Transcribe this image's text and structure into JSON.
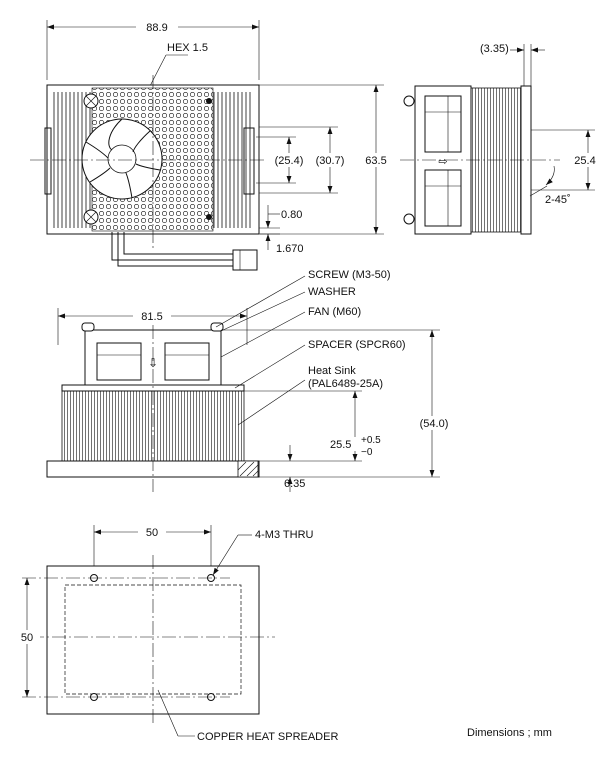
{
  "top_view": {
    "width": "88.9",
    "hex": "HEX 1.5",
    "inner1": "(25.4)",
    "inner2": "(30.7)",
    "height": "63.5",
    "d080": "0.80",
    "d1670": "1.670"
  },
  "side_view": {
    "offset": "(3.35)",
    "pitch": "25.4",
    "chamfer": "2-45˚"
  },
  "front_view": {
    "width": "81.5",
    "screw": "SCREW (M3-50)",
    "washer": "WASHER",
    "fan": "FAN (M60)",
    "spacer": "SPACER (SPCR60)",
    "heatsink1": "Heat Sink",
    "heatsink2": "(PAL6489-25A)",
    "overall": "(54.0)",
    "fins": "25.5",
    "tol_plus": "+0.5",
    "tol_minus": "−0",
    "base": "6.35"
  },
  "bottom_view": {
    "hole_x": "50",
    "hole_y": "50",
    "holes": "4-M3 THRU",
    "spreader": "COPPER HEAT SPREADER"
  },
  "units_note": "Dimensions ; mm"
}
